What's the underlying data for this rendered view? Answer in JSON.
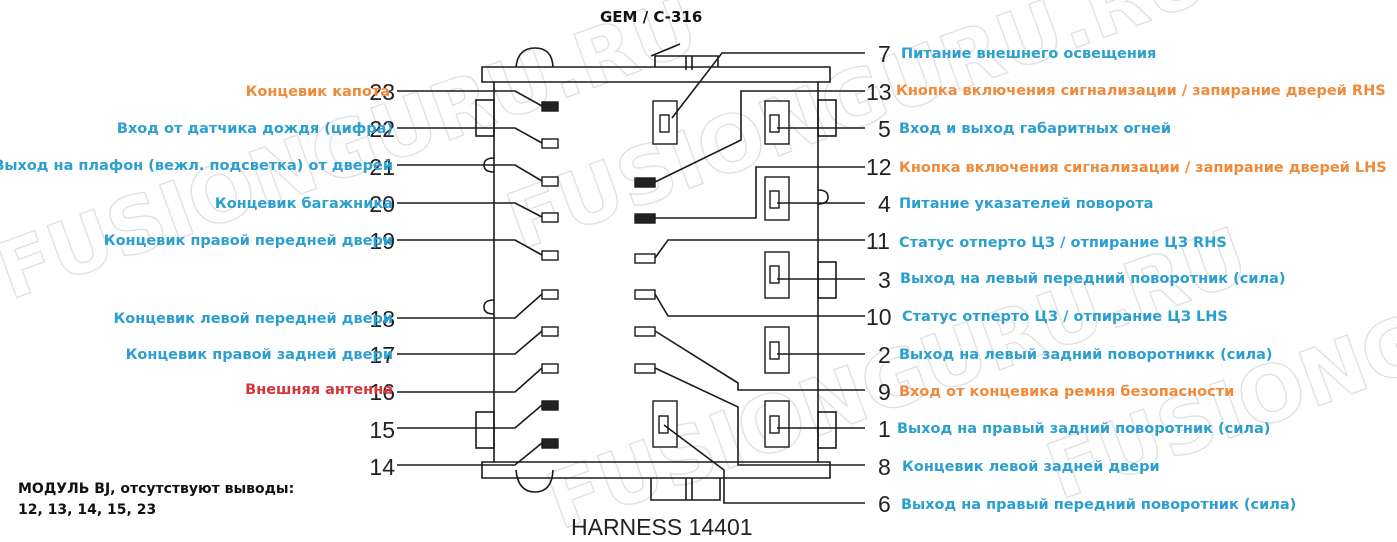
{
  "title": "GEM / C-316",
  "harness": "HARNESS 14401",
  "note": [
    "МОДУЛЬ BJ, отсутствуют выводы:",
    "12, 13, 14, 15, 23"
  ],
  "watermark": "FUSIONGURU.RU",
  "colors": {
    "blue": "#2b9fd0",
    "orange": "#f08a3a",
    "red": "#d6343a",
    "line": "#1a1a1a"
  },
  "pins_left": [
    {
      "num": "23",
      "label": "Концевик капота",
      "color": "orange"
    },
    {
      "num": "22",
      "label": "Вход от датчика дождя (цифра)",
      "color": "blue"
    },
    {
      "num": "21",
      "label": "Выход на плафон (вежл. подсветка) от дверей",
      "color": "blue"
    },
    {
      "num": "20",
      "label": "Концевик багажника",
      "color": "blue"
    },
    {
      "num": "19",
      "label": "Концевик правой передней двери",
      "color": "blue"
    },
    {
      "num": "18",
      "label": "Концевик левой передней двери",
      "color": "blue"
    },
    {
      "num": "17",
      "label": "Концевик правой задней двери",
      "color": "blue"
    },
    {
      "num": "16",
      "label": "Внешняя антенна",
      "color": "red"
    },
    {
      "num": "15",
      "label": "",
      "color": "blue"
    },
    {
      "num": "14",
      "label": "",
      "color": "blue"
    }
  ],
  "pins_right": [
    {
      "num": "7",
      "label": "Питание внешнего освещения",
      "color": "blue"
    },
    {
      "num": "13",
      "label": "Кнопка включения сигнализации / запирание дверей   RHS",
      "color": "orange"
    },
    {
      "num": "5",
      "label": "Вход и выход габаритных огней",
      "color": "blue"
    },
    {
      "num": "12",
      "label": "Кнопка включения сигнализации / запирание дверей   LHS",
      "color": "orange"
    },
    {
      "num": "4",
      "label": "Питание указателей поворота",
      "color": "blue"
    },
    {
      "num": "11",
      "label": "Статус отперто ЦЗ / отпирание ЦЗ   RHS",
      "color": "blue"
    },
    {
      "num": "3",
      "label": "Выход на левый передний поворотник (сила)",
      "color": "blue"
    },
    {
      "num": "10",
      "label": "Статус отперто ЦЗ / отпирание ЦЗ   LHS",
      "color": "blue"
    },
    {
      "num": "2",
      "label": "Выход на левый задний поворотникк (сила)",
      "color": "blue"
    },
    {
      "num": "9",
      "label": "Вход от концевика ремня безопасности",
      "color": "orange"
    },
    {
      "num": "1",
      "label": "Выход на правый задний поворотник (сила)",
      "color": "blue"
    },
    {
      "num": "8",
      "label": "Концевик левой задней двери",
      "color": "blue"
    },
    {
      "num": "6",
      "label": "Выход на правый передний поворотник (сила)",
      "color": "blue"
    }
  ]
}
